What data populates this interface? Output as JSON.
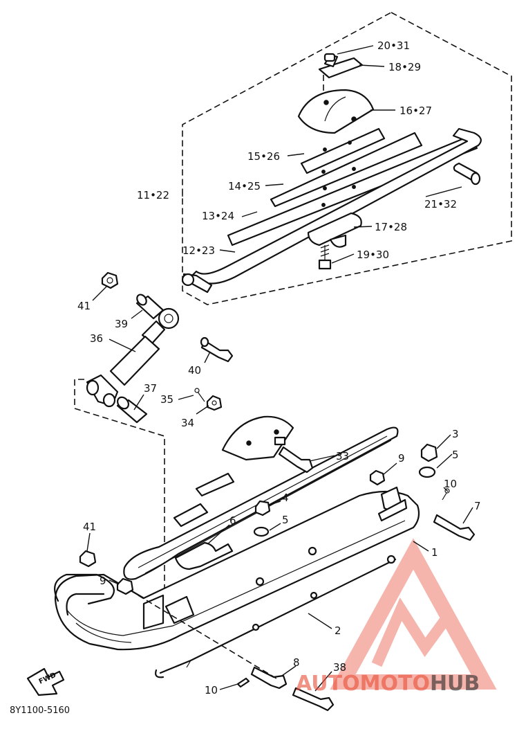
{
  "diagram_code": "8Y1100-5160",
  "fwd_label": "FWD",
  "watermark": {
    "part1": "AUTOMOTO",
    "part2": "HUB",
    "color_red": "#e8503a",
    "color_dark": "#2d2d2d"
  },
  "callouts": {
    "c20_31": "20•31",
    "c18_29": "18•29",
    "c16_27": "16•27",
    "c15_26": "15•26",
    "c14_25": "14•25",
    "c11_22": "11•22",
    "c13_24": "13•24",
    "c21_32": "21•32",
    "c17_28": "17•28",
    "c12_23": "12•23",
    "c19_30": "19•30",
    "c41_top": "41",
    "c39": "39",
    "c36": "36",
    "c40": "40",
    "c37": "37",
    "c35": "35",
    "c34": "34",
    "c33": "33",
    "c3": "3",
    "c9_right": "9",
    "c5_right": "5",
    "c10_right": "10",
    "c7": "7",
    "c4": "4",
    "c5_mid": "5",
    "c6": "6",
    "c41_low": "41",
    "c1": "1",
    "c9_left": "9",
    "c2": "2",
    "c8": "8",
    "c38": "38",
    "c10_bottom": "10"
  }
}
